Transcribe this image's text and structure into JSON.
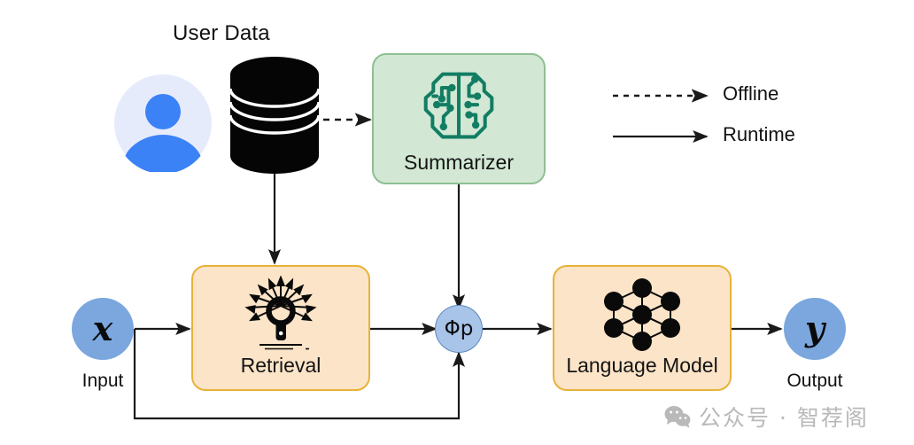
{
  "diagram": {
    "title_label": "User Data",
    "nodes": {
      "avatar": {
        "name": "user-avatar",
        "icon": "user-avatar-icon"
      },
      "database": {
        "name": "user-data-database",
        "icon": "database-cylinder-icon"
      },
      "summarizer": {
        "label": "Summarizer",
        "icon": "brain-circuit-icon"
      },
      "retrieval": {
        "label": "Retrieval",
        "icon": "magnifying-glass-radiating-icon"
      },
      "language_model": {
        "label": "Language Model",
        "icon": "neural-network-icon"
      },
      "merge": {
        "label": "Φp"
      },
      "input": {
        "symbol": "x",
        "caption": "Input"
      },
      "output": {
        "symbol": "y",
        "caption": "Output"
      }
    },
    "legend": {
      "items": [
        {
          "label": "Offline",
          "style": "dashed"
        },
        {
          "label": "Runtime",
          "style": "solid"
        }
      ]
    },
    "colors": {
      "orange_fill": "#FCE4C8",
      "orange_stroke": "#E8B23A",
      "green_fill": "#D2E8D4",
      "green_stroke": "#8FBF93",
      "node_blue": "#7BA7DE",
      "merge_blue": "#A8C4E8",
      "merge_stroke": "#5C87BE",
      "avatar_bg": "#E6EBFC",
      "avatar_fg": "#3B82F6",
      "summarizer_icon": "#127D63",
      "edge": "#1A1A1A",
      "watermark": "#B9B9B9"
    }
  },
  "watermark": {
    "text": "公众号 · 智荐阁",
    "icon": "wechat-icon"
  }
}
